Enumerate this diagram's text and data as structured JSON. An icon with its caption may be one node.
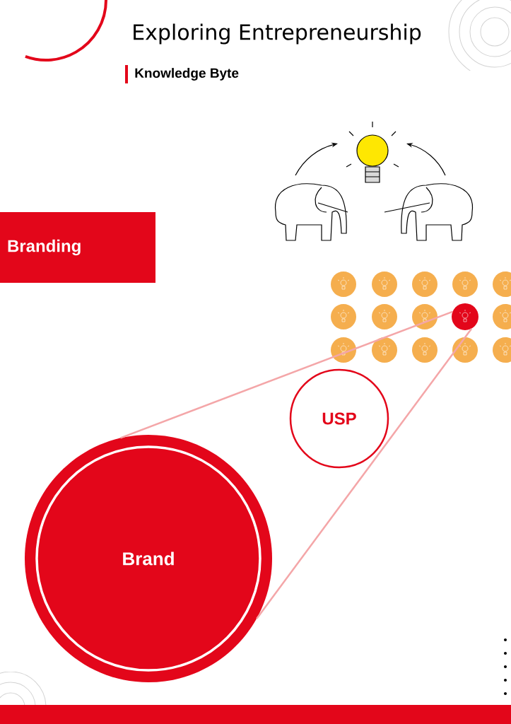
{
  "diagram": {
    "title": "Exploring Entrepreneurship",
    "nodes": [
      {
        "text": [
          "Branding"
        ]
      },
      {
        "text": [
          "USP"
        ]
      },
      {
        "text": [
          "Brand"
        ]
      },
      {
        "text": [],
        "shape": "circle"
      }
    ],
    "edges": [
      {
        "from": 2,
        "to": 3,
        "arrow": "none"
      },
      {
        "from": 2,
        "to": 3,
        "arrow": "none"
      }
    ],
    "labels": [
      "Knowledge Byte"
    ]
  }
}
